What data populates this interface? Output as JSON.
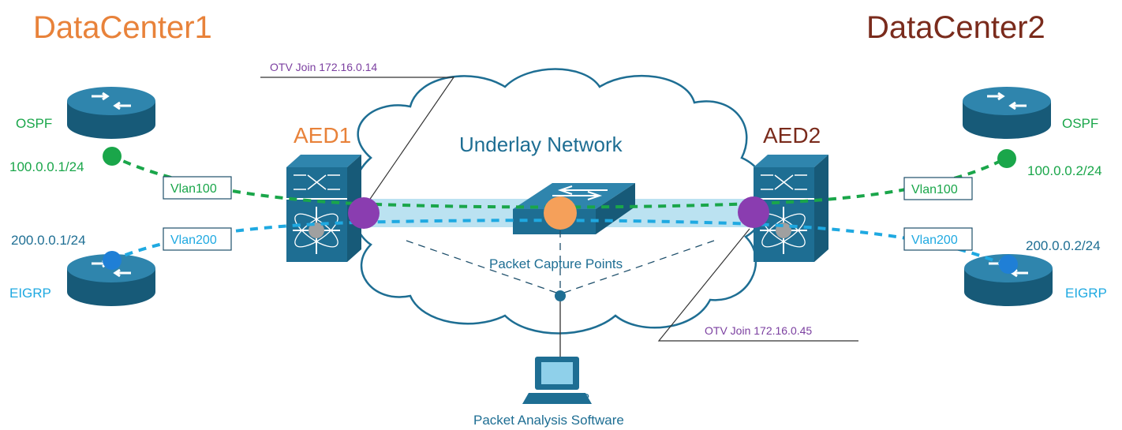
{
  "colors": {
    "dc1": "#e8823a",
    "dc2": "#7a2b1c",
    "green": "#1aa64a",
    "blue": "#1fa9e1",
    "purple": "#7b3fa0",
    "device": "#1e6e93",
    "cloud_text": "#1e6e93",
    "gray": "#555555"
  },
  "titles": {
    "dc1": "DataCenter1",
    "dc2": "DataCenter2"
  },
  "aed": {
    "left": "AED1",
    "right": "AED2"
  },
  "cloud": {
    "label": "Underlay Network"
  },
  "otv": {
    "left": "OTV Join 172.16.0.14",
    "right": "OTV Join 172.16.0.45"
  },
  "capture": {
    "label": "Packet Capture Points"
  },
  "analysis": {
    "label": "Packet Analysis Software"
  },
  "left": {
    "ospf": "OSPF",
    "ospf_ip": "100.0.0.1/24",
    "eigrp": "EIGRP",
    "eigrp_ip": "200.0.0.1/24",
    "vlan100": "Vlan100",
    "vlan200": "Vlan200"
  },
  "right": {
    "ospf": "OSPF",
    "ospf_ip": "100.0.0.2/24",
    "eigrp": "EIGRP",
    "eigrp_ip": "200.0.0.2/24",
    "vlan100": "Vlan100",
    "vlan200": "Vlan200"
  },
  "icons": [
    "router-icon",
    "nexus-switch-icon",
    "lan-switch-icon",
    "workstation-icon",
    "cloud-icon"
  ]
}
